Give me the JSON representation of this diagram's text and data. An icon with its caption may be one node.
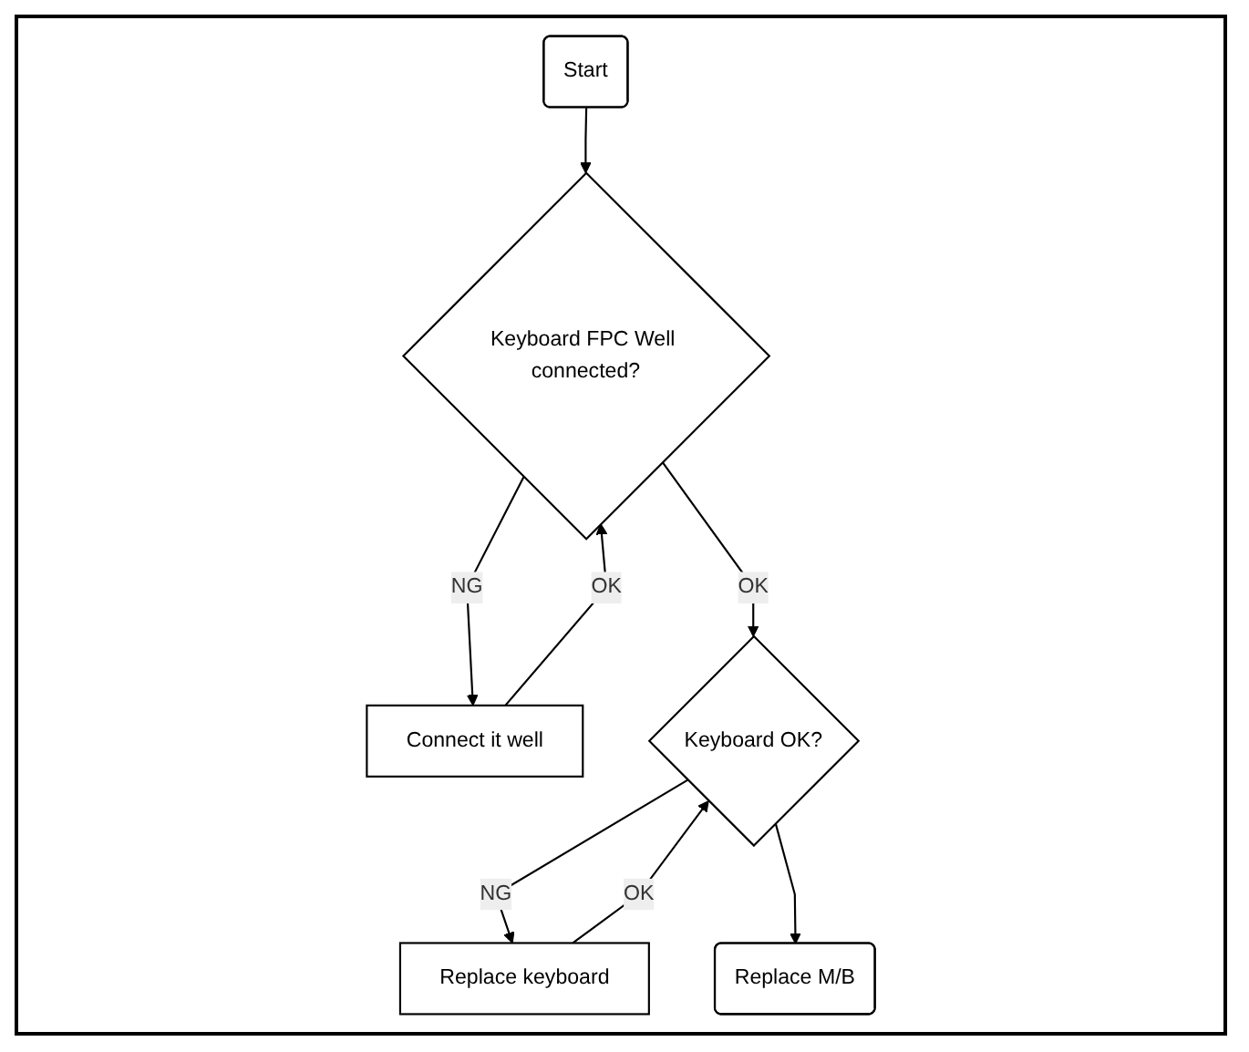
{
  "diagram": {
    "nodes": [
      {
        "text": [
          "Start"
        ]
      },
      {
        "text": [
          "Keyboard FPC Well connected?"
        ]
      },
      {
        "text": [
          "Connect it well"
        ]
      },
      {
        "text": [
          "Keyboard OK?"
        ]
      },
      {
        "text": [
          "Replace keyboard"
        ]
      },
      {
        "text": [
          "Replace M/B"
        ]
      }
    ],
    "edges": [
      {
        "from": 0,
        "to": 1,
        "arrow": "to"
      },
      {
        "from": 2,
        "to": 1,
        "arrow": "to",
        "label": "OK"
      },
      {
        "from": 1,
        "to": 2,
        "arrow": "to",
        "label": "NG"
      },
      {
        "from": 1,
        "to": 3,
        "arrow": "to",
        "label": "OK"
      },
      {
        "from": 4,
        "to": 3,
        "arrow": "to",
        "label": "OK"
      },
      {
        "from": 3,
        "to": 4,
        "arrow": "to",
        "label": "NG"
      },
      {
        "from": 3,
        "to": 5,
        "arrow": "to"
      }
    ]
  }
}
